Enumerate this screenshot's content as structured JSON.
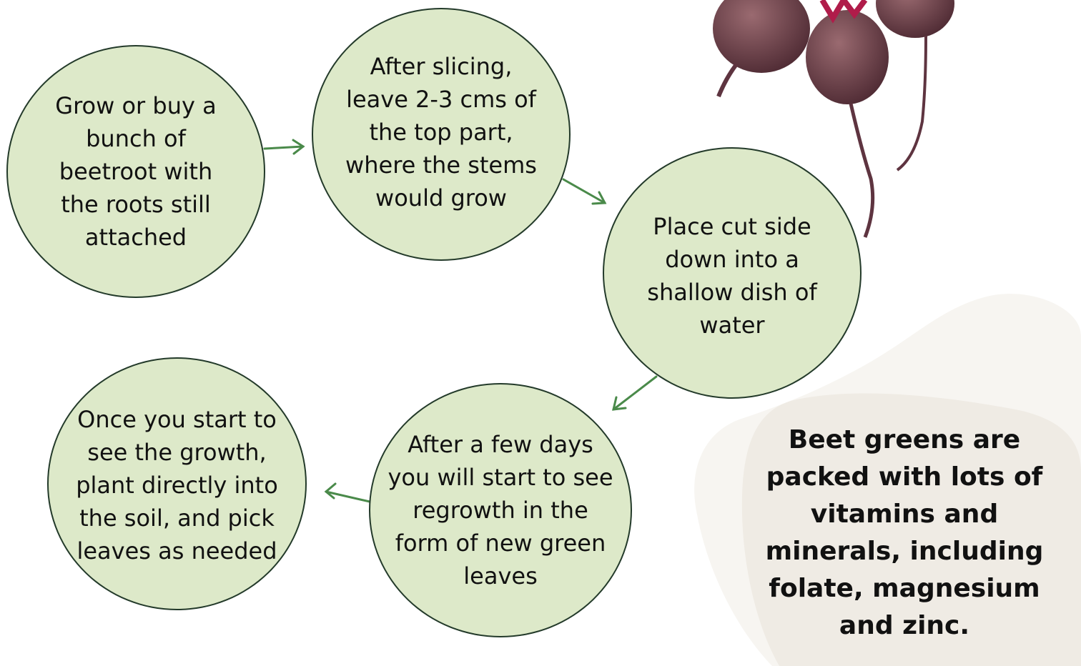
{
  "colors": {
    "circle_fill": "#dde9c9",
    "circle_border": "#233a2a",
    "arrow": "#4a8a4a",
    "note_blob": "#f1ede6",
    "beet": "#6e3a48"
  },
  "steps": [
    {
      "text": "Grow or buy a\nbunch of\nbeetroot with\nthe roots still\nattached"
    },
    {
      "text": "After slicing,\nleave 2-3 cms of\nthe top part,\nwhere the stems\nwould grow"
    },
    {
      "text": "Place cut side\ndown into a\nshallow dish of\nwater"
    },
    {
      "text": "After a few days\nyou will start to see\nregrowth in the\nform of new green\nleaves"
    },
    {
      "text": "Once you start to\nsee the growth,\nplant directly into\nthe soil, and pick\nleaves as needed"
    }
  ],
  "note": {
    "text": "Beet greens are\npacked with lots of\nvitamins and\nminerals, including\nfolate, magnesium\nand zinc."
  },
  "decoration": {
    "image": "beetroot-photo"
  }
}
